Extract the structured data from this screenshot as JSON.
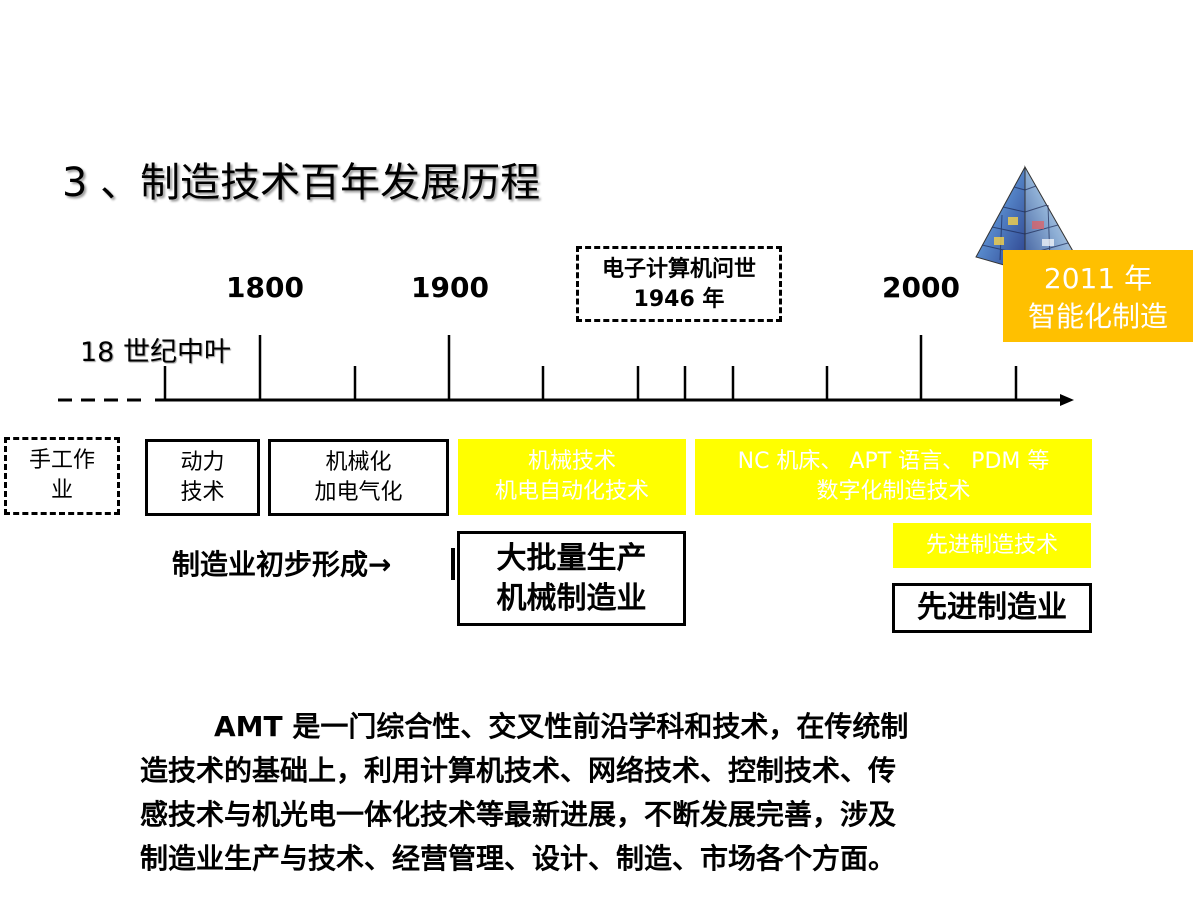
{
  "title": "3 、制造技术百年发展历程",
  "timeline": {
    "years": [
      "1800",
      "1900",
      "2000"
    ],
    "start_label": "18 世纪中叶",
    "computer_event": [
      "电子计算机问世",
      "1946 年"
    ],
    "smart_manufacturing": [
      "2011 年",
      "智能化制造"
    ]
  },
  "stages": {
    "handwork": [
      "手工作",
      "业"
    ],
    "power_tech": [
      "动力",
      "技术"
    ],
    "mechanization": [
      "机械化",
      "加电气化"
    ],
    "mechanical_tech": [
      "机械技术",
      "机电自动化技术"
    ],
    "digital_tech": [
      "NC 机床、 APT 语言、 PDM 等",
      "数字化制造技术"
    ],
    "advanced_tech": "先进制造技术"
  },
  "industries": {
    "formed_label": "制造业初步形成→",
    "mass_production": [
      "大批量生产",
      "机械制造业"
    ],
    "advanced_manufacturing": "先进制造业"
  },
  "paragraph": [
    "AMT 是一门综合性、交叉性前沿学科和技术，在传统制",
    "造技术的基础上，利用计算机技术、网络技术、控制技术、传",
    "感技术与机光电一体化技术等最新进展，不断发展完善，涉及",
    "制造业生产与技术、经营管理、设计、制造、市场各个方面。"
  ],
  "colors": {
    "highlight_yellow": "#ffff00",
    "gold": "#ffc000",
    "text_white": "#ffffff"
  },
  "icons": {
    "pyramid": "pyramid-image-icon"
  }
}
